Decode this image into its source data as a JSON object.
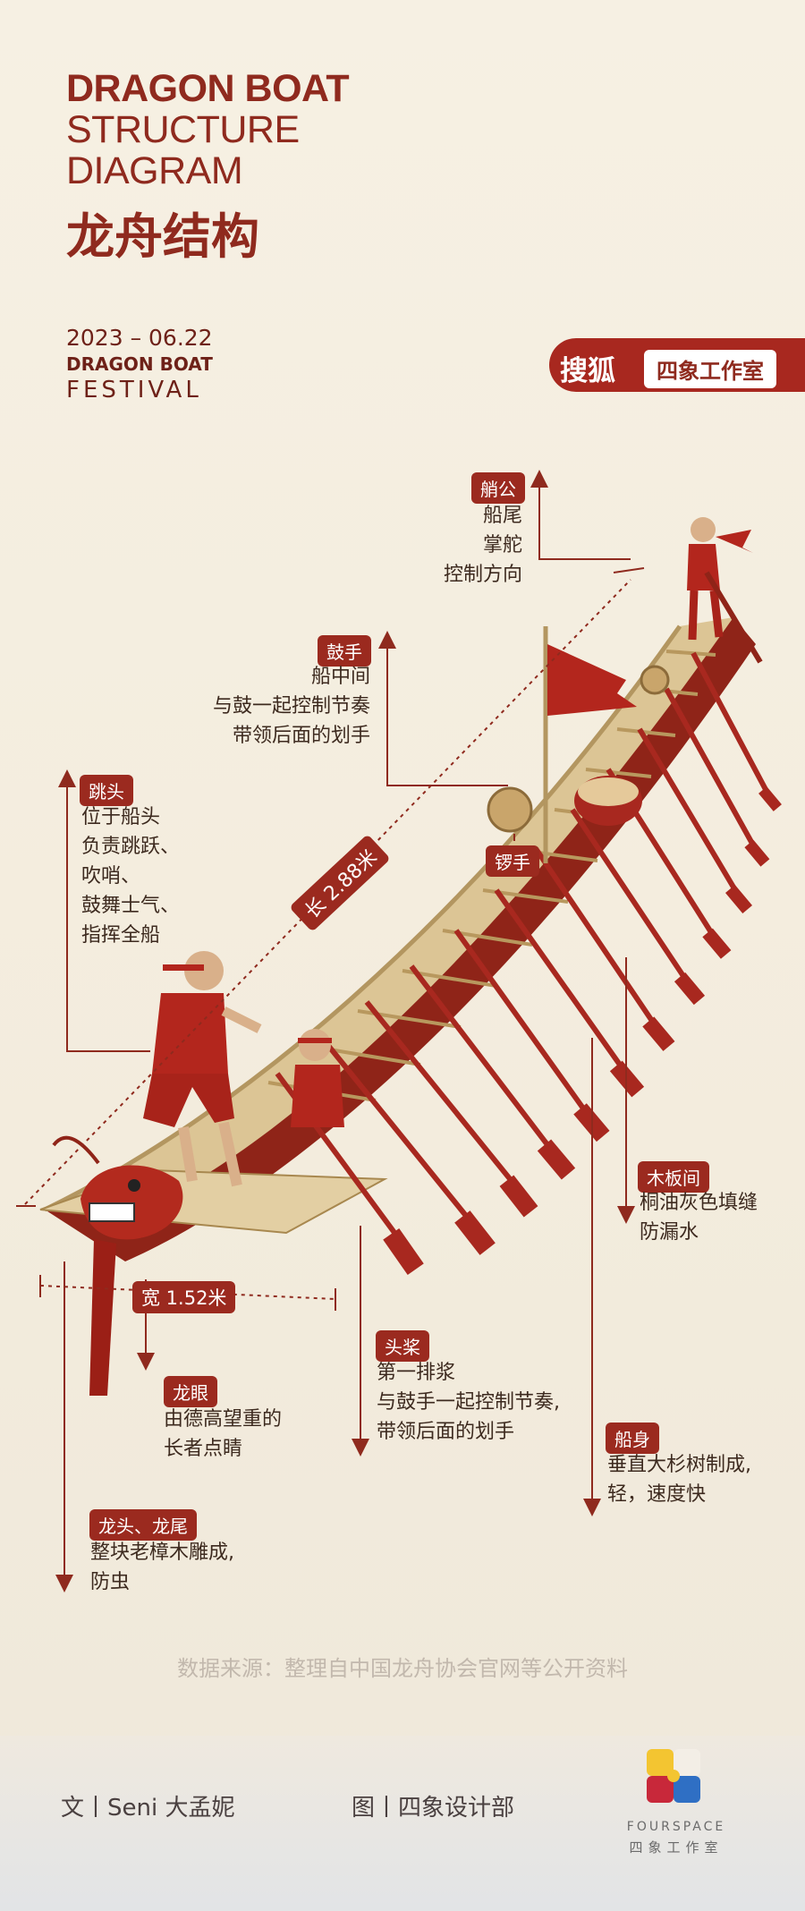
{
  "header": {
    "title_line1": "DRAGON BOAT",
    "title_line2": "STRUCTURE",
    "title_line3": "DIAGRAM",
    "title_cn": "龙舟结构",
    "date": "2023 – 06.22",
    "subtitle_line1": "DRAGON BOAT",
    "subtitle_line2": "FESTIVAL"
  },
  "brand": {
    "name": "搜狐",
    "studio": "四象工作室"
  },
  "labels": {
    "helmsman": {
      "tag": "艄公",
      "lines": [
        "船尾",
        "掌舵",
        "控制方向"
      ]
    },
    "drummer": {
      "tag": "鼓手",
      "lines": [
        "船中间",
        "与鼓一起控制节奏",
        "带领后面的划手"
      ]
    },
    "jumper": {
      "tag": "跳头",
      "lines": [
        "位于船头",
        "负责跳跃、",
        "吹哨、",
        "鼓舞士气、",
        "指挥全船"
      ]
    },
    "gong": {
      "tag": "锣手"
    },
    "length": "长 2.88米",
    "width": "宽 1.52米",
    "plank": {
      "tag": "木板间",
      "lines": [
        "桐油灰色填缝",
        "防漏水"
      ]
    },
    "first_oar": {
      "tag": "头桨",
      "lines": [
        "第一排浆",
        "与鼓手一起控制节奏,",
        "带领后面的划手"
      ]
    },
    "eye": {
      "tag": "龙眼",
      "lines": [
        "由德高望重的",
        "长者点睛"
      ]
    },
    "hull": {
      "tag": "船身",
      "lines": [
        "垂直大杉树制成,",
        "轻，速度快"
      ]
    },
    "head_tail": {
      "tag": "龙头、龙尾",
      "lines": [
        "整块老樟木雕成,",
        "防虫"
      ]
    }
  },
  "source": "数据来源：整理自中国龙舟协会官网等公开资料",
  "footer": {
    "text_credit": "文丨Seni 大孟妮",
    "image_credit": "图丨四象设计部",
    "logo_en": "FOURSPACE",
    "logo_cn": "四象工作室"
  },
  "colors": {
    "accent": "#9b2a1f",
    "background": "#f5efe2",
    "deck": "#d9c08f"
  }
}
